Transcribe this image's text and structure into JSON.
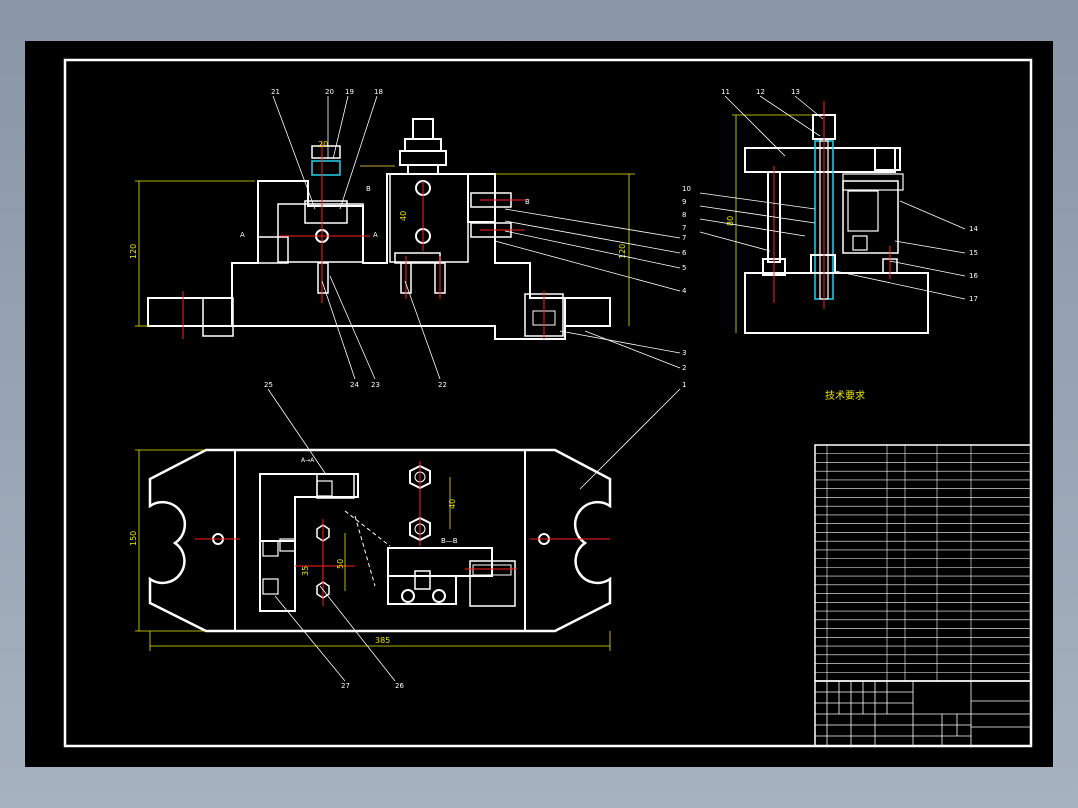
{
  "colors": {
    "viewer_background": "#8d9aaa",
    "sheet": "#000000",
    "outline": "#ffffff",
    "dimension": "#e8e800",
    "centerline": "#ff2020",
    "thread": "#22d3ee"
  },
  "front_view": {
    "balloons": [
      "21",
      "20",
      "19",
      "18",
      "1",
      "2",
      "3",
      "4",
      "5",
      "6",
      "7",
      "24",
      "23",
      "22"
    ],
    "dims": {
      "height": "120",
      "right_height": "120",
      "small_top": "20",
      "bore": "40"
    },
    "section_marks": [
      "B",
      "B",
      "A",
      "A"
    ]
  },
  "side_view": {
    "balloons": [
      "11",
      "12",
      "13",
      "10",
      "9",
      "8",
      "7",
      "14",
      "15",
      "16",
      "17"
    ],
    "dims": {
      "height": "80"
    }
  },
  "top_view": {
    "balloons": [
      "25",
      "27",
      "26"
    ],
    "dims": {
      "width": "385",
      "height": "150",
      "pitch": "50",
      "hex_pitch": "40",
      "small": "35"
    },
    "section_label": "B—B",
    "section_mark": "A→A"
  },
  "tech_requirements": {
    "title": "技术要求",
    "lines": [
      "",
      "",
      ""
    ]
  },
  "parts_list": {
    "row_count": 27
  },
  "title_block": {
    "cells": []
  }
}
